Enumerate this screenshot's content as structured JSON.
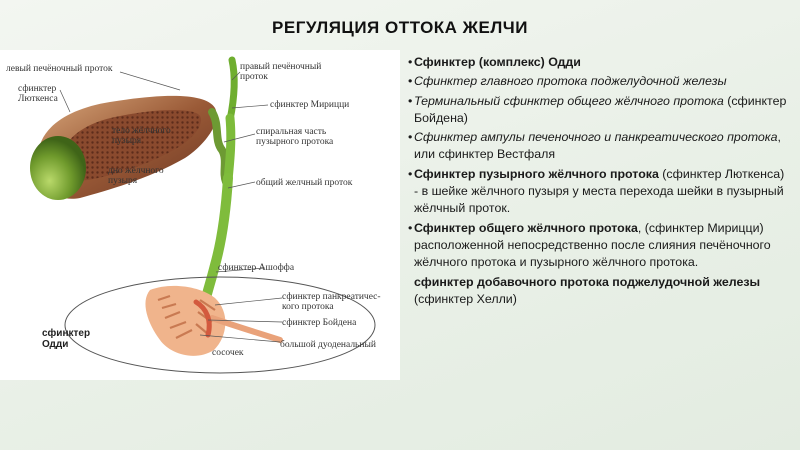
{
  "title": "РЕГУЛЯЦИЯ ОТТОКА ЖЕЛЧИ",
  "figure": {
    "labels": {
      "left_hepatic_duct": "левый печёночный проток",
      "right_hepatic_duct": "правый печёночный\nпроток",
      "lutkens_sphincter": "сфинктер\nЛюткенса",
      "mirizzi_sphincter": "сфинктер Мирицци",
      "gallbladder_body": "тело жёлчного\nпузыря",
      "spiral_part": "спиральная часть\nпузырного протока",
      "gallbladder_fundus": "дно жёлчного\nпузыря",
      "common_bile_duct": "общий желчный проток",
      "aschoff_sphincter": "сфинктер Ашоффа",
      "pancreatic_duct_sphincter": "сфинктер панкреатичес-\nкого протока",
      "boyden_sphincter": "сфинктер Бойдена",
      "major_papilla": "большой дуоденальный",
      "papilla": "сосочек",
      "oddi_sphincter": "сфинктер\nОдди"
    }
  },
  "list": {
    "i1": "Сфинктер (комплекс) Одди",
    "i2": "Сфинктер главного протока поджелудочной железы",
    "i3_a": "Терминальный сфинктер общего жёлчного протока",
    "i3_b": " (сфинктер Бойдена)",
    "i4_a": "Сфинктер ампулы печеночного и панкреатического протока",
    "i4_b": ", или сфинктер Вестфаля",
    "i5_a": "Сфинктер пузырного жёлчного протока",
    "i5_b": " (сфинктер Люткенса) - в шейке жёлчного пузыря у места перехода шейки в пузырный жёлчный проток.",
    "i6_a": "Сфинктер общего жёлчного протока",
    "i6_b": ", (сфинктер Мирицци) расположенной непосредственно после слияния печёночного жёлчного протока и пузырного жёлчного протока.",
    "i7_a": "сфинктер добавочного протока поджелудочной железы",
    "i7_b": " (сфинктер Хелли)"
  }
}
